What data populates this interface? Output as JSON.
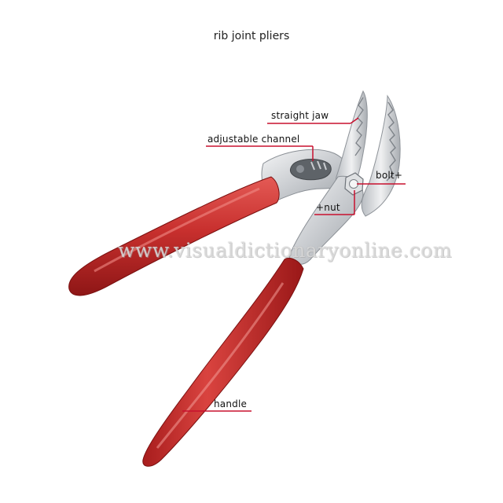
{
  "title": "rib joint pliers",
  "labels": {
    "straight_jaw": "straight jaw",
    "adjustable_channel": "adjustable channel",
    "bolt": "bolt",
    "nut": "nut",
    "handle": "handle"
  },
  "watermark": "www.visualdictionaryonline.com",
  "colors": {
    "leader": "#c8102e",
    "handle_red": "#c62a2a",
    "metal": "#d8dadc"
  }
}
